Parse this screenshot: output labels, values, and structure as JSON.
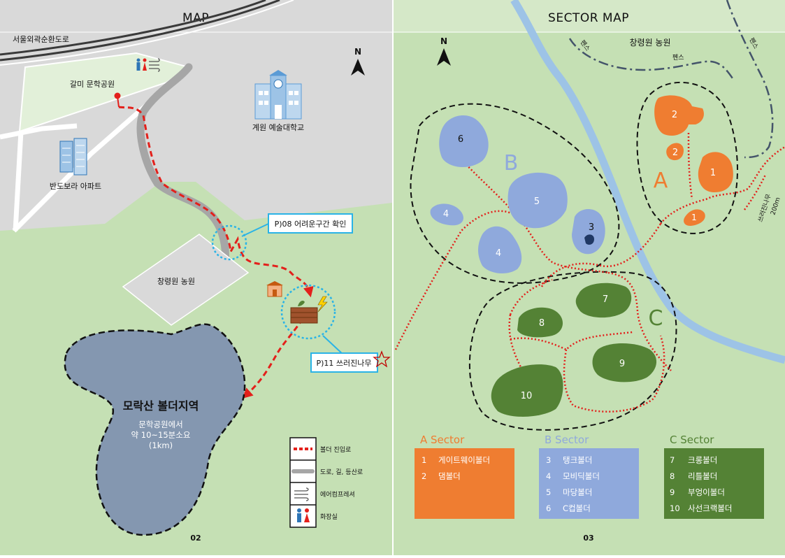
{
  "left_panel": {
    "title": "MAP",
    "page_number": "02",
    "labels": {
      "ring_road": "서울외곽순환도로",
      "park": "갈미 문학공원",
      "university": "계원 예술대학교",
      "apartment": "반도보라 아파트",
      "farm": "창령원 농원",
      "area_title": "모락산 볼더지역",
      "area_line1": "문학공원에서",
      "area_line2": "약 10~15분소요",
      "area_line3": "(1km)"
    },
    "callouts": {
      "p08": "P)08 어려운구간 확인",
      "p11": "P)11 쓰러진나무"
    },
    "legend": [
      {
        "icon": "red-dashed-line-icon",
        "label": "볼더 진입로"
      },
      {
        "icon": "gray-road-line-icon",
        "label": "도로, 길, 등산로"
      },
      {
        "icon": "air-compressor-icon",
        "label": "에어컴프레셔"
      },
      {
        "icon": "restroom-icon",
        "label": "화장실"
      }
    ],
    "compass": "N"
  },
  "right_panel": {
    "title": "SECTOR MAP",
    "page_number": "03",
    "compass": "N",
    "labels": {
      "farm": "창령원 농원",
      "fence_1": "펜스",
      "fence_2": "펜스",
      "fence_3": "펜스",
      "fallen_tree": "쓰러진나무",
      "distance": "200m"
    },
    "sector_letters": {
      "A": "A",
      "B": "B",
      "C": "C"
    },
    "boulder_numbers": {
      "a_2_big": "2",
      "a_2_small": "2",
      "a_1_big": "1",
      "a_1_small": "1",
      "b_6": "6",
      "b_5": "5",
      "b_4_small": "4",
      "b_4": "4",
      "b_3": "3",
      "c_7": "7",
      "c_8": "8",
      "c_9": "9",
      "c_10": "10"
    },
    "sectors": [
      {
        "title": "A Sector",
        "color": "#ef7d31",
        "items": [
          {
            "num": "1",
            "name": "게이트웨이볼더"
          },
          {
            "num": "2",
            "name": "댐볼더"
          }
        ]
      },
      {
        "title": "B Sector",
        "color": "#8fa9dc",
        "items": [
          {
            "num": "3",
            "name": "탱크볼더"
          },
          {
            "num": "4",
            "name": "모비딕볼더"
          },
          {
            "num": "5",
            "name": "마당볼더"
          },
          {
            "num": "6",
            "name": "C컵볼더"
          }
        ]
      },
      {
        "title": "C Sector",
        "color": "#548235",
        "items": [
          {
            "num": "7",
            "name": "크롱볼더"
          },
          {
            "num": "8",
            "name": "리틀볼더"
          },
          {
            "num": "9",
            "name": "부엉이볼더"
          },
          {
            "num": "10",
            "name": "사선크랙볼더"
          }
        ]
      }
    ]
  },
  "colors": {
    "grass": "#c5e0b4",
    "built": "#d9d9d9",
    "lake": "#8497b0",
    "route": "#e3201b",
    "callout": "#2ab3e6",
    "sector_a": "#ef7d31",
    "sector_b": "#8fa9dc",
    "sector_c": "#548235",
    "river": "#9dc3e6"
  }
}
